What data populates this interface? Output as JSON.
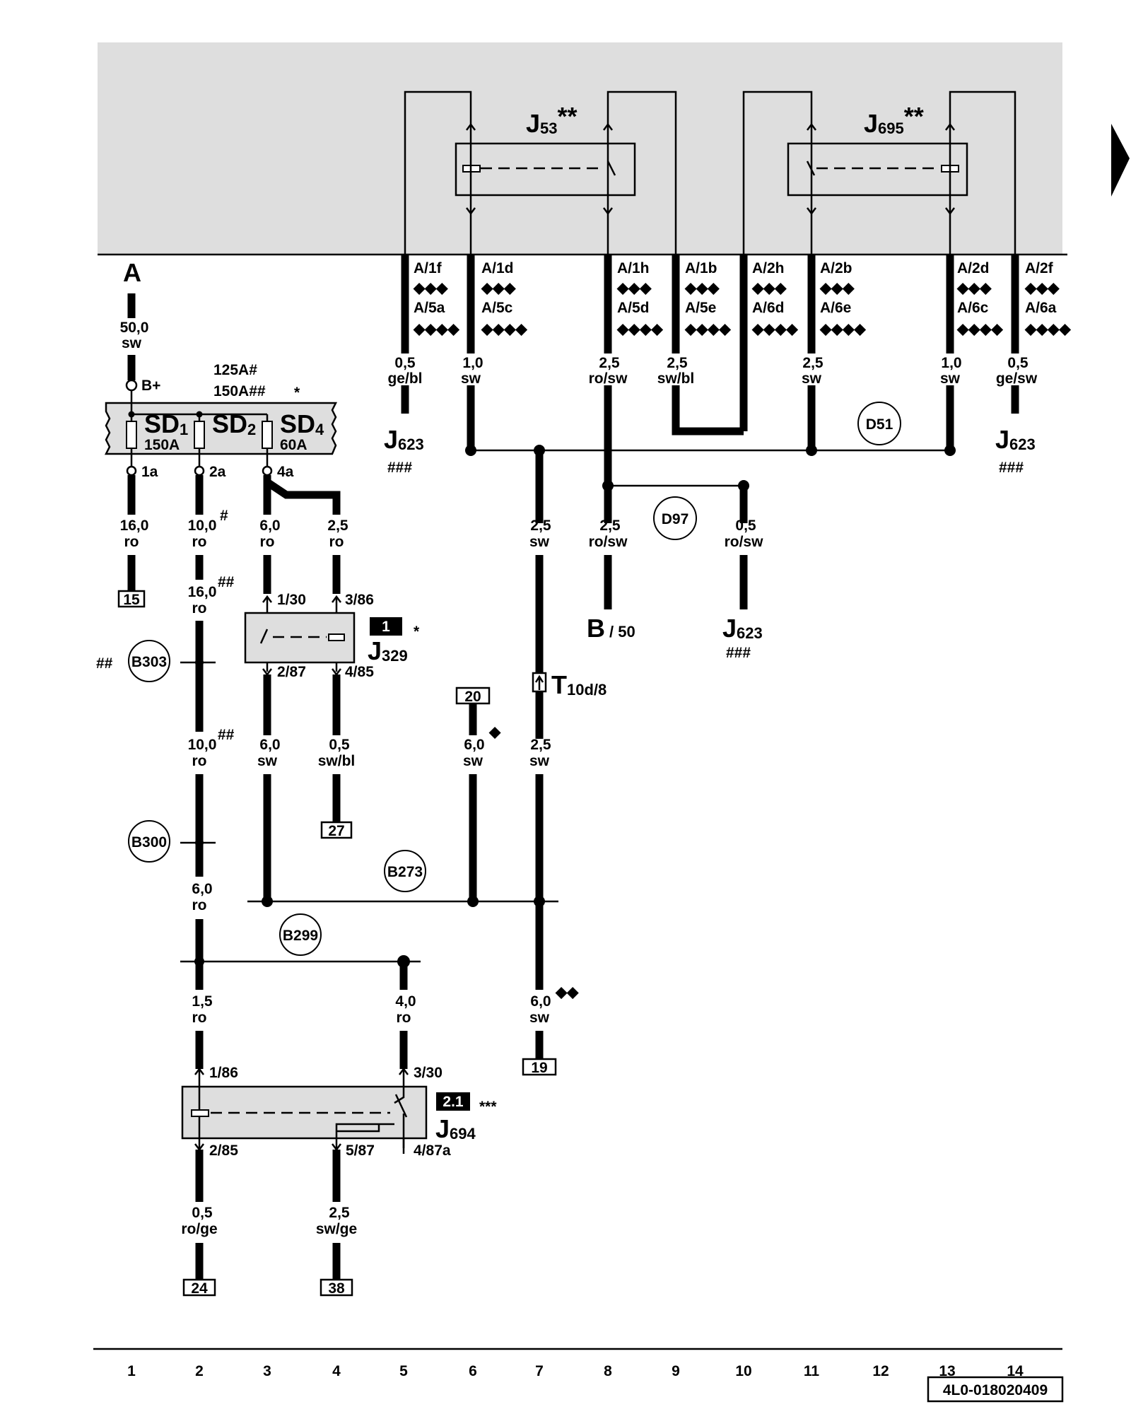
{
  "diagram_id": "4L0-018020409",
  "column_numbers": [
    "1",
    "2",
    "3",
    "4",
    "5",
    "6",
    "7",
    "8",
    "9",
    "10",
    "11",
    "12",
    "13",
    "14"
  ],
  "marks": {
    "d3": "◆◆◆",
    "d4": "◆◆◆◆",
    "d1": "◆",
    "d2": "◆◆",
    "s1": "*",
    "s2": "**",
    "s3": "***",
    "h1": "#",
    "h2": "##",
    "h3": "###"
  },
  "components": {
    "a_point": "A",
    "b_plus": "B+",
    "fuse_current_note_1": "125A#",
    "fuse_current_note_2": "150A##",
    "sd1": {
      "name": "SD",
      "sub": "1",
      "rating": "150A"
    },
    "sd2": {
      "name": "SD",
      "sub": "2"
    },
    "sd4": {
      "name": "SD",
      "sub": "4",
      "rating": "60A"
    },
    "fuse_pins": [
      "1a",
      "2a",
      "4a"
    ],
    "j53": {
      "name": "J",
      "sub": "53"
    },
    "j695": {
      "name": "J",
      "sub": "695"
    },
    "j329": {
      "name": "J",
      "sub": "329",
      "badge": "1",
      "pins": [
        "1/30",
        "3/86",
        "2/87",
        "4/85"
      ]
    },
    "j694": {
      "name": "J",
      "sub": "694",
      "badge": "2.1",
      "pins": [
        "1/86",
        "3/30",
        "2/85",
        "5/87",
        "4/87a"
      ]
    },
    "j623": {
      "name": "J",
      "sub": "623"
    },
    "b50": {
      "name": "B",
      "sub": "/ 50"
    },
    "t10d": {
      "name": "T",
      "sub": "10d/8"
    }
  },
  "connectors": [
    {
      "top": "A/1f",
      "bottom": "A/5a"
    },
    {
      "top": "A/1d",
      "bottom": "A/5c"
    },
    {
      "top": "A/1h",
      "bottom": "A/5d"
    },
    {
      "top": "A/1b",
      "bottom": "A/5e"
    },
    {
      "top": "A/2h",
      "bottom": "A/6d"
    },
    {
      "top": "A/2b",
      "bottom": "A/6e"
    },
    {
      "top": "A/2d",
      "bottom": "A/6c"
    },
    {
      "top": "A/2f",
      "bottom": "A/6a"
    }
  ],
  "wires": {
    "w_a": {
      "size": "50,0",
      "color": "sw"
    },
    "w_c1": {
      "size": "0,5",
      "color": "ge/bl"
    },
    "w_c2": {
      "size": "1,0",
      "color": "sw"
    },
    "w_c3": {
      "size": "2,5",
      "color": "ro/sw"
    },
    "w_c4": {
      "size": "2,5",
      "color": "sw/bl"
    },
    "w_c6": {
      "size": "2,5",
      "color": "sw"
    },
    "w_c7": {
      "size": "1,0",
      "color": "sw"
    },
    "w_c8": {
      "size": "0,5",
      "color": "ge/sw"
    },
    "w_15": {
      "size": "16,0",
      "color": "ro"
    },
    "w_2a": {
      "size": "10,0",
      "color": "ro"
    },
    "w_4a": {
      "size": "6,0",
      "color": "ro"
    },
    "w_4a2": {
      "size": "2,5",
      "color": "ro"
    },
    "w_2b": {
      "size": "16,0",
      "color": "ro"
    },
    "w_7a": {
      "size": "2,5",
      "color": "sw"
    },
    "w_8a": {
      "size": "2,5",
      "color": "ro/sw"
    },
    "w_10a": {
      "size": "0,5",
      "color": "ro/sw"
    },
    "w_2c": {
      "size": "10,0",
      "color": "ro"
    },
    "w_3c": {
      "size": "6,0",
      "color": "sw"
    },
    "w_4c": {
      "size": "0,5",
      "color": "sw/bl"
    },
    "w_6c": {
      "size": "6,0",
      "color": "sw"
    },
    "w_7c": {
      "size": "2,5",
      "color": "sw"
    },
    "w_2d": {
      "size": "6,0",
      "color": "ro"
    },
    "w_2e": {
      "size": "1,5",
      "color": "ro"
    },
    "w_5e": {
      "size": "4,0",
      "color": "ro"
    },
    "w_7e": {
      "size": "6,0",
      "color": "sw"
    },
    "w_2f": {
      "size": "0,5",
      "color": "ro/ge"
    },
    "w_4f": {
      "size": "2,5",
      "color": "sw/ge"
    }
  },
  "refs": [
    "15",
    "27",
    "20",
    "19",
    "24",
    "38"
  ],
  "splices": [
    "D51",
    "D97",
    "B303",
    "B300",
    "B273",
    "B299"
  ]
}
